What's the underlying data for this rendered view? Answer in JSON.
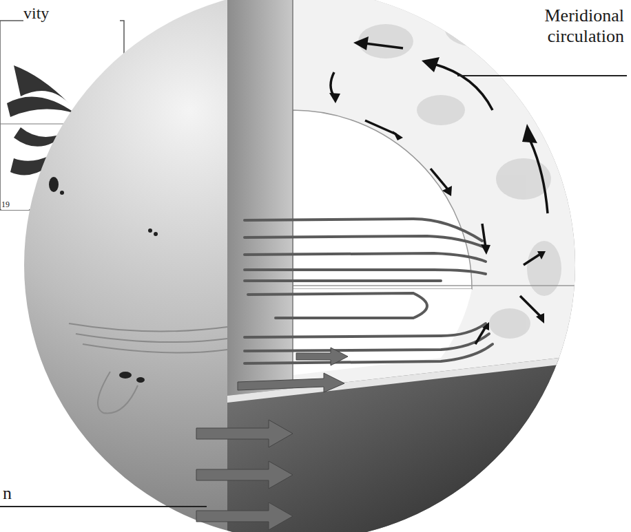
{
  "diagram": {
    "labels": [
      "vity",
      "Meridional circulation",
      "19",
      "n"
    ]
  }
}
